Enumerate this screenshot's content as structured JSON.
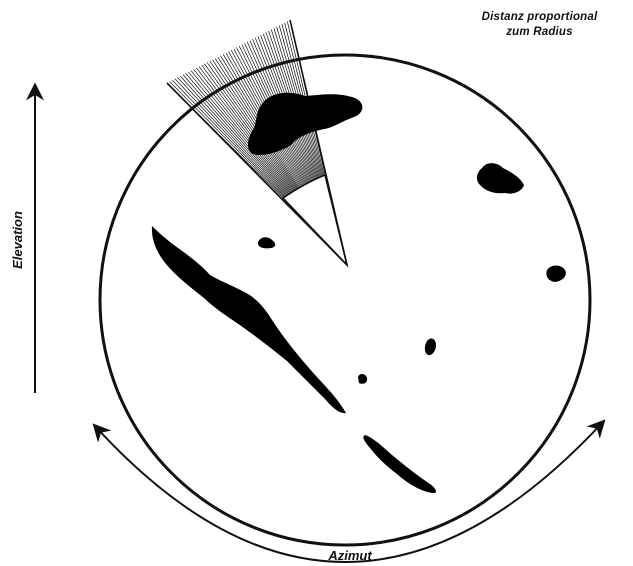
{
  "caption": {
    "line1": "Distanz proportional",
    "line2": "zum Radius"
  },
  "labels": {
    "elevation": "Elevation",
    "azimuth": "Azimut"
  },
  "colors": {
    "ink": "#111111",
    "echo_fill": "#000000",
    "background": "#ffffff"
  }
}
